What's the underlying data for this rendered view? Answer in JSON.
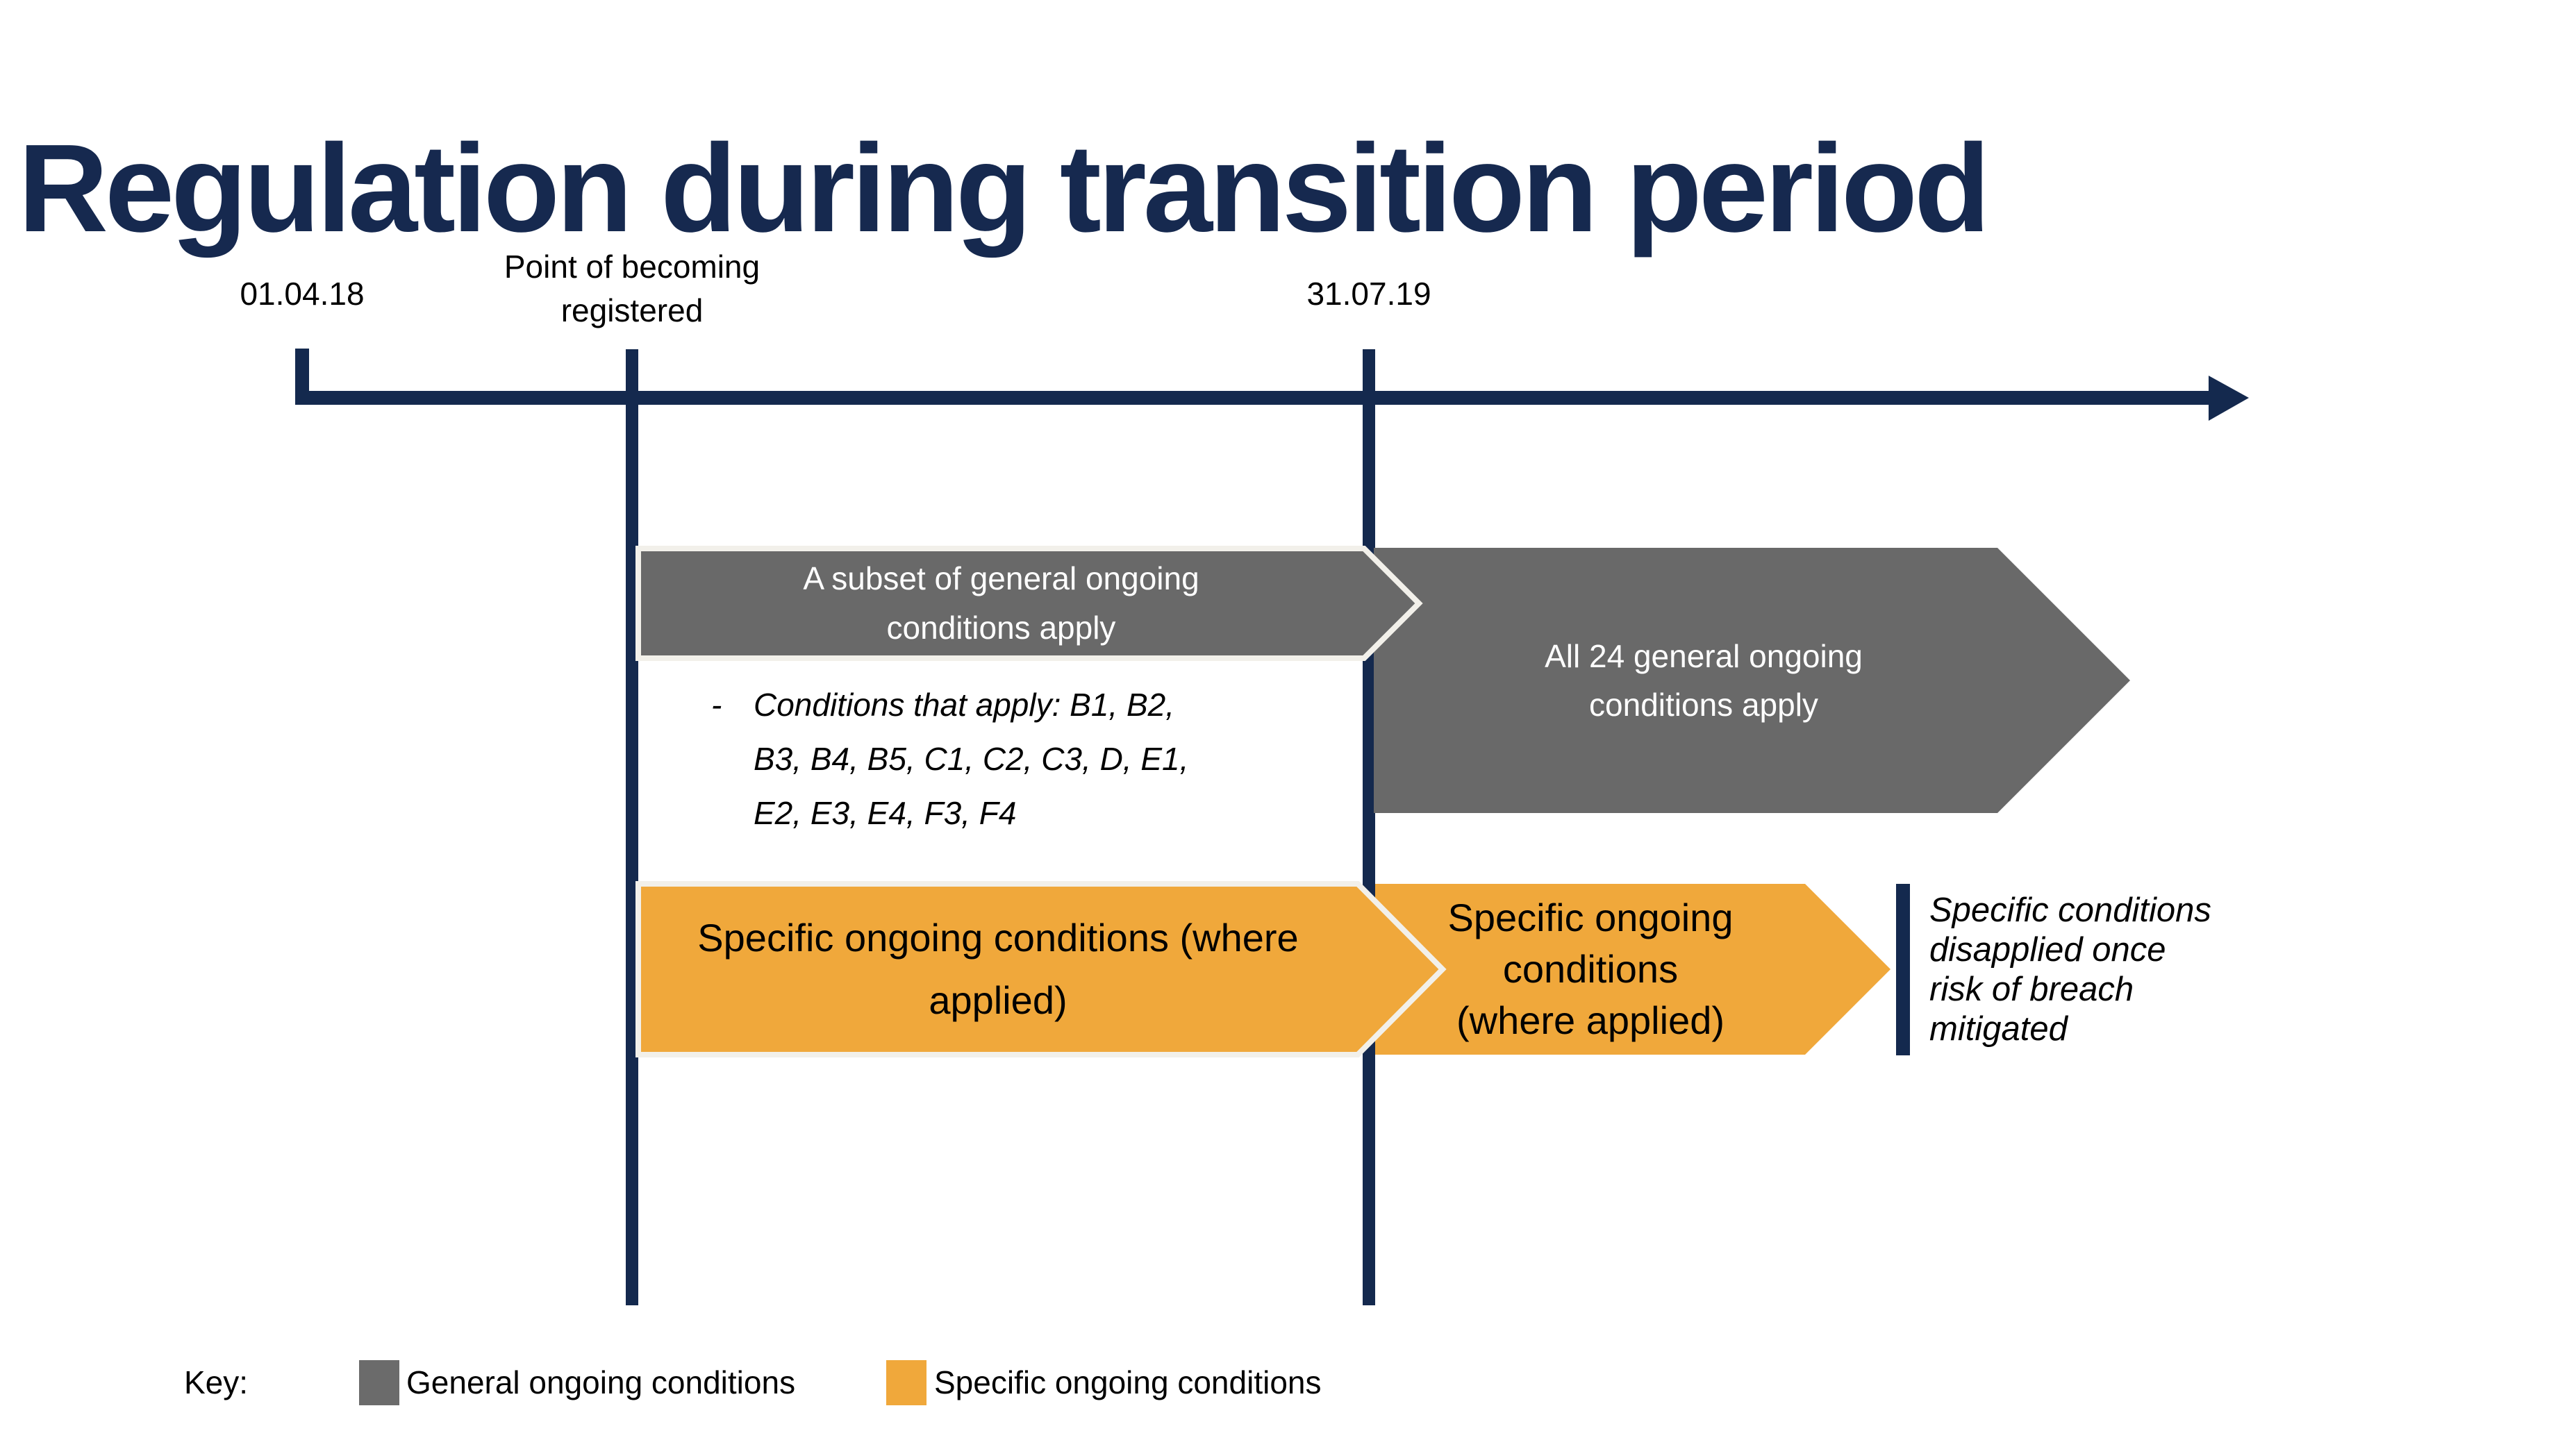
{
  "title": "Regulation during transition period",
  "colors": {
    "navy": "#14294E",
    "gray": "#696969",
    "orange": "#F0A83B",
    "arrow_outline": "#F2F0EA",
    "text_on_gray": "#FFFFFF",
    "text_on_orange": "#000000"
  },
  "timeline": {
    "start_date": "01.04.18",
    "registration_label": "Point of becoming\nregistered",
    "mid_date": "31.07.19"
  },
  "arrows": {
    "subset_general": {
      "label": "A subset of general ongoing\nconditions apply",
      "color": "gray"
    },
    "all_general": {
      "label": "All 24 general ongoing\nconditions apply",
      "color": "gray"
    },
    "specific_before": {
      "label": "Specific ongoing conditions (where\napplied)",
      "color": "orange"
    },
    "specific_after": {
      "label": "Specific ongoing\nconditions\n(where applied)",
      "color": "orange"
    }
  },
  "bullet": {
    "dash": "-",
    "text": "Conditions that apply: B1, B2,\nB3, B4, B5, C1, C2, C3, D, E1,\nE2, E3, E4, F3, F4"
  },
  "side_note": "Specific conditions\ndisapplied once\nrisk of breach\nmitigated",
  "key": {
    "label": "Key:",
    "items": [
      {
        "swatch": "gray",
        "label": "General ongoing conditions"
      },
      {
        "swatch": "orange",
        "label": "Specific ongoing conditions"
      }
    ]
  }
}
